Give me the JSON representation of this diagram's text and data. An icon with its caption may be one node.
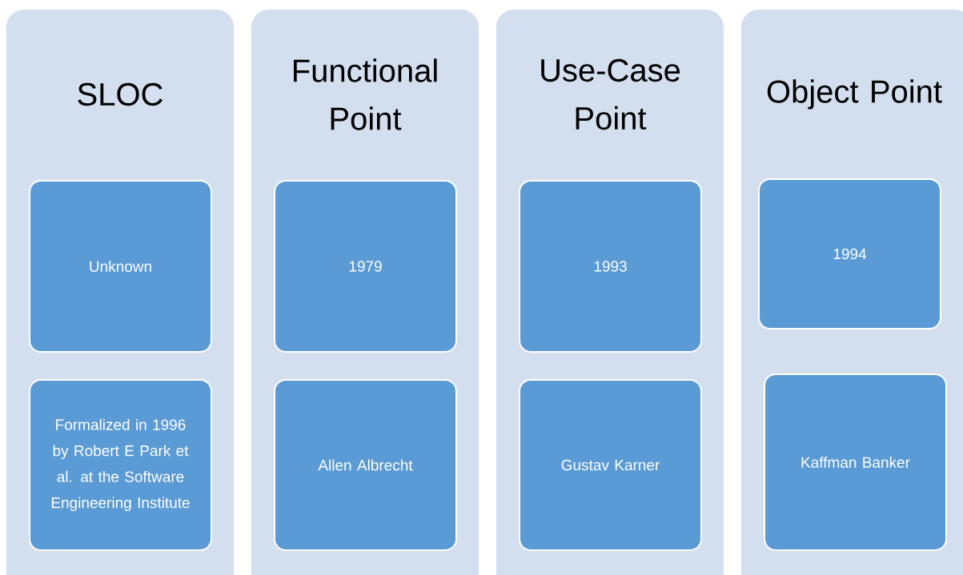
{
  "diagram": {
    "nodes": [
      {
        "text": [
          "SLOC"
        ]
      },
      {
        "text": [
          "Unknown"
        ],
        "in": 0
      },
      {
        "text": [
          "Formalized in 1996 by Robert E Park et al. at the Software Engineering Institute"
        ],
        "in": 0
      },
      {
        "text": [
          "Functional Point"
        ]
      },
      {
        "text": [
          "1979"
        ],
        "in": 3
      },
      {
        "text": [
          "Allen Albrecht"
        ],
        "in": 3
      },
      {
        "text": [
          "Use-Case Point"
        ]
      },
      {
        "text": [
          "1993"
        ],
        "in": 6
      },
      {
        "text": [
          "Gustav Karner"
        ],
        "in": 6
      },
      {
        "text": [
          "Object Point"
        ]
      },
      {
        "text": [
          "1994"
        ],
        "in": 9
      },
      {
        "text": [
          "Kaffman Banker"
        ],
        "in": 9
      }
    ]
  }
}
